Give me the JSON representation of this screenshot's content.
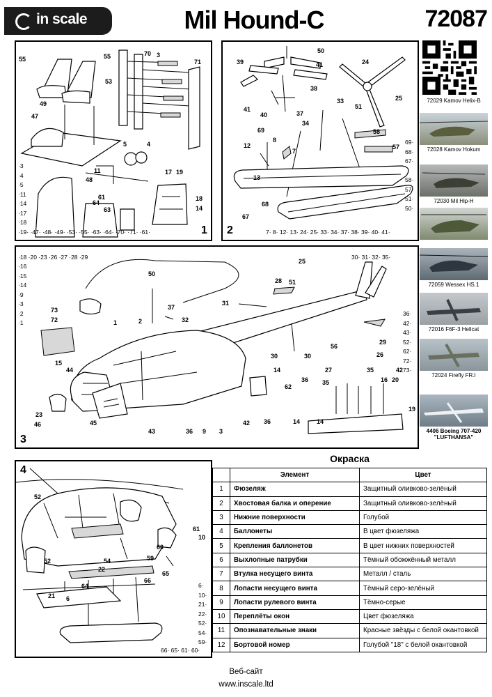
{
  "header": {
    "logo": "in scale",
    "title": "Mil Hound-C",
    "code": "72087"
  },
  "panel1": {
    "number": "1",
    "labels": [
      "55",
      "55",
      "49",
      "53",
      "70",
      "3",
      "71",
      "47",
      "48",
      "5",
      "4",
      "11",
      "17",
      "19",
      "61",
      "63",
      "64",
      "18",
      "14"
    ],
    "left_list": "·3\n·4\n·5\n·11\n·14\n·17\n·18",
    "bottom_row": "·19· ·47· ·48· ·49· ·53· ·55· ·63· ·64· ·70· ·71· ·61·"
  },
  "panel2": {
    "number": "2",
    "labels": [
      "50",
      "39",
      "41",
      "38",
      "24",
      "25",
      "51",
      "41",
      "40",
      "37",
      "33",
      "34",
      "58",
      "69",
      "8",
      "12",
      "7",
      "57",
      "13",
      "68",
      "67"
    ],
    "right_list": "69·\n68·\n67·\n\n58·\n57·\n51·\n50·",
    "bottom_row": "7· 8· 12· 13· 24· 25· 33· 34· 37· 38· 39· 40· 41·"
  },
  "panel3": {
    "number": "3",
    "top_row": "·18 ·20 ·23 ·26 ·27 ·28 ·29",
    "left_list": "·16\n·15\n·14\n·9\n·3\n·2\n·1",
    "right_top": "30· 31· 32· 35·",
    "right_list": "36·\n42·\n43·\n52·\n62·\n72·\n73·",
    "labels": [
      "25",
      "51",
      "28",
      "50",
      "31",
      "73",
      "37",
      "72",
      "32",
      "1",
      "2",
      "29",
      "56",
      "30",
      "30",
      "15",
      "14",
      "27",
      "26",
      "44",
      "35",
      "42",
      "35",
      "16",
      "20",
      "19",
      "62",
      "36",
      "46",
      "23",
      "45",
      "43",
      "36",
      "9",
      "3",
      "42",
      "36",
      "14",
      "14"
    ]
  },
  "panel4": {
    "number": "4",
    "labels": [
      "52",
      "61",
      "10",
      "60",
      "59",
      "54",
      "22",
      "65",
      "66",
      "52",
      "21",
      "6",
      "64"
    ],
    "right_list": "6·\n10·\n21·\n22·\n52·\n54·\n59·",
    "bottom_row": "66· 65· 61· 60·"
  },
  "sidebar": {
    "qr_caption": "72029 Kamov Helix-B",
    "items": [
      {
        "caption": "72028 Kamov Hokum"
      },
      {
        "caption": "72030 Mil Hip-H"
      },
      {
        "caption": ""
      },
      {
        "caption": "72059 Wessex HS.1"
      },
      {
        "caption": "72016 F6F-3 Hellcat"
      },
      {
        "caption": "72024 Firefly FR.I"
      },
      {
        "caption": "4406 Boeing 707-420",
        "caption2": "\"LUFTHANSA\""
      }
    ]
  },
  "paint": {
    "title": "Окраска",
    "col_element": "Элемент",
    "col_color": "Цвет",
    "rows": [
      {
        "n": "1",
        "element": "Фюзеляж",
        "color": "Защитный оливково-зелёный"
      },
      {
        "n": "2",
        "element": "Хвостовая балка и оперение",
        "color": "Защитный оливково-зелёный"
      },
      {
        "n": "3",
        "element": "Нижние поверхности",
        "color": "Голубой"
      },
      {
        "n": "4",
        "element": "Баллонеты",
        "color": "В цвет фюзеляжа"
      },
      {
        "n": "5",
        "element": "Крепления баллонетов",
        "color": "В цвет нижних поверхностей"
      },
      {
        "n": "6",
        "element": "Выхлопные патрубки",
        "color": "Тёмный обожжённый металл"
      },
      {
        "n": "7",
        "element": "Втулка несущего винта",
        "color": "Металл / сталь"
      },
      {
        "n": "8",
        "element": "Лопасти несущего винта",
        "color": "Тёмный серо-зелёный"
      },
      {
        "n": "9",
        "element": "Лопасти рулевого винта",
        "color": "Тёмно-серые"
      },
      {
        "n": "10",
        "element": "Переплёты окон",
        "color": "Цвет фюзеляжа"
      },
      {
        "n": "11",
        "element": "Опознавательные знаки",
        "color": "Красные звёзды с белой окантовкой"
      },
      {
        "n": "12",
        "element": "Бортовой номер",
        "color": "Голубой \"18\" с белой окантовкой"
      }
    ]
  },
  "footer": {
    "line1": "Веб-сайт",
    "line2": "www.inscale.ltd"
  }
}
